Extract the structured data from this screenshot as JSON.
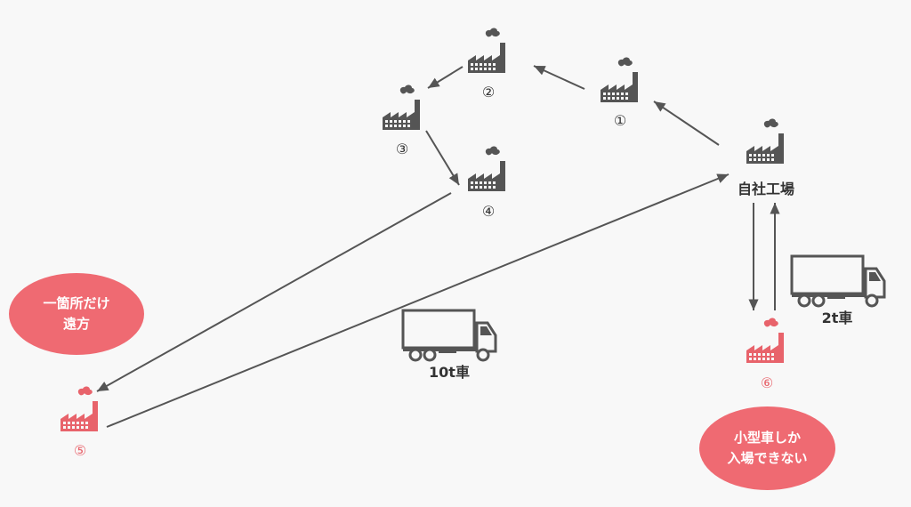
{
  "nodes": {
    "home": {
      "label": "自社工場",
      "color": "#555555"
    },
    "n1": {
      "label": "①",
      "color": "#555555"
    },
    "n2": {
      "label": "②",
      "color": "#555555"
    },
    "n3": {
      "label": "③",
      "color": "#555555"
    },
    "n4": {
      "label": "④",
      "color": "#555555"
    },
    "n5": {
      "label": "⑤",
      "color": "#e8636b"
    },
    "n6": {
      "label": "⑥",
      "color": "#e8636b"
    }
  },
  "trucks": {
    "big": {
      "label": "10t車"
    },
    "small": {
      "label": "2t車"
    }
  },
  "callouts": {
    "left": {
      "line1": "一箇所だけ",
      "line2": "遠方"
    },
    "right": {
      "line1": "小型車しか",
      "line2": "入場できない"
    }
  },
  "colors": {
    "accent": "#ef6a72",
    "line": "#555555",
    "background": "#f8f8f8"
  }
}
